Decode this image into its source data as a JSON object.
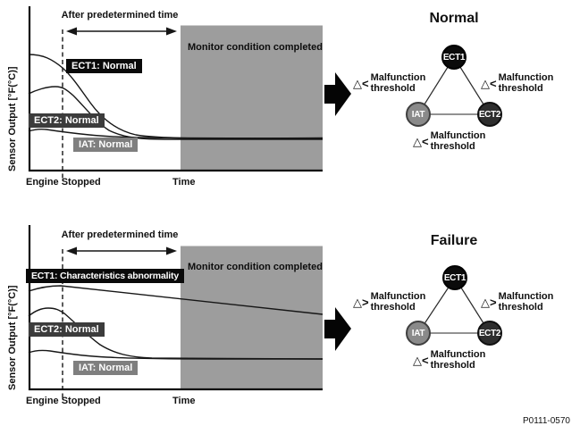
{
  "figure_code": "P0111-0570",
  "colors": {
    "monitor_region_gray": "#9d9d9d",
    "ect1_black": "#0a0a0a",
    "ect2_dark_gray": "#3c3c3c",
    "iat_gray": "#7f7f7f",
    "line_black": "#161616"
  },
  "panels": [
    {
      "result_title": "Normal",
      "graph": {
        "y_axis_label": "Sensor Output [°F(°C)]",
        "after_time_label": "After predetermined time",
        "monitor_label": "Monitor condition completed",
        "ect1_label": "ECT1: Normal",
        "ect2_label": "ECT2: Normal",
        "iat_label": "IAT: Normal",
        "x_start_label": "Engine Stopped",
        "x_axis_label": "Time"
      },
      "diagram": {
        "nodes": {
          "top": "ECT1",
          "left": "IAT",
          "right": "ECT2"
        },
        "thresholds": {
          "left": {
            "symbol": "△<",
            "line1": "Malfunction",
            "line2": "threshold"
          },
          "right": {
            "symbol": "△<",
            "line1": "Malfunction",
            "line2": "threshold"
          },
          "bottom": {
            "symbol": "△<",
            "line1": "Malfunction",
            "line2": "threshold"
          }
        }
      }
    },
    {
      "result_title": "Failure",
      "graph": {
        "y_axis_label": "Sensor Output [°F(°C)]",
        "after_time_label": "After predetermined time",
        "monitor_label": "Monitor condition completed",
        "ect1_label": "ECT1: Characteristics abnormality",
        "ect2_label": "ECT2: Normal",
        "iat_label": "IAT: Normal",
        "x_start_label": "Engine Stopped",
        "x_axis_label": "Time"
      },
      "diagram": {
        "nodes": {
          "top": "ECT1",
          "left": "IAT",
          "right": "ECT2"
        },
        "thresholds": {
          "left": {
            "symbol": "△>",
            "line1": "Malfunction",
            "line2": "threshold"
          },
          "right": {
            "symbol": "△>",
            "line1": "Malfunction",
            "line2": "threshold"
          },
          "bottom": {
            "symbol": "△<",
            "line1": "Malfunction",
            "line2": "threshold"
          }
        }
      }
    }
  ]
}
